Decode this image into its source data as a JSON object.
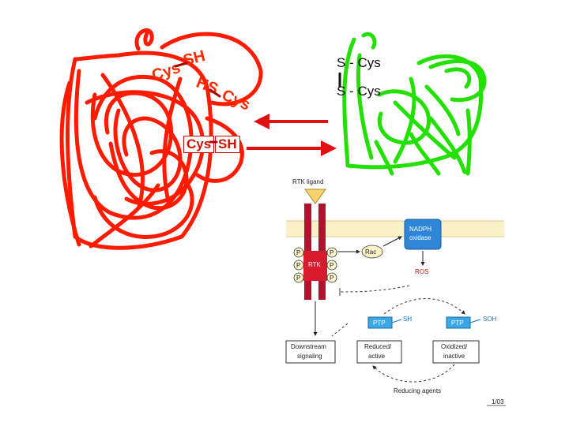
{
  "left_protein": {
    "labels": [
      "Cys",
      "SH",
      "HS",
      "Cys",
      "Cys",
      "SH"
    ],
    "color": "#ff1a00"
  },
  "right_protein": {
    "top_label": "S - Cys",
    "bottom_label": "S - Cys",
    "color": "#22e000"
  },
  "arrows": {
    "color": "#e01010"
  },
  "pathway": {
    "rtk_ligand": "RTK ligand",
    "rtk": "RTK",
    "phospho": "P",
    "rac": "Rac",
    "nadph_line1": "NADPH",
    "nadph_line2": "oxidase",
    "ros": "ROS",
    "ptp": "PTP",
    "sh": "SH",
    "soh": "SOH",
    "downstream_line1": "Downstream",
    "downstream_line2": "signaling",
    "reduced_line1": "Reduced/",
    "reduced_line2": "active",
    "oxidized_line1": "Oxidized/",
    "oxidized_line2": "inactive",
    "reducing": "Reducing agents",
    "corner_tag": "1/03"
  }
}
